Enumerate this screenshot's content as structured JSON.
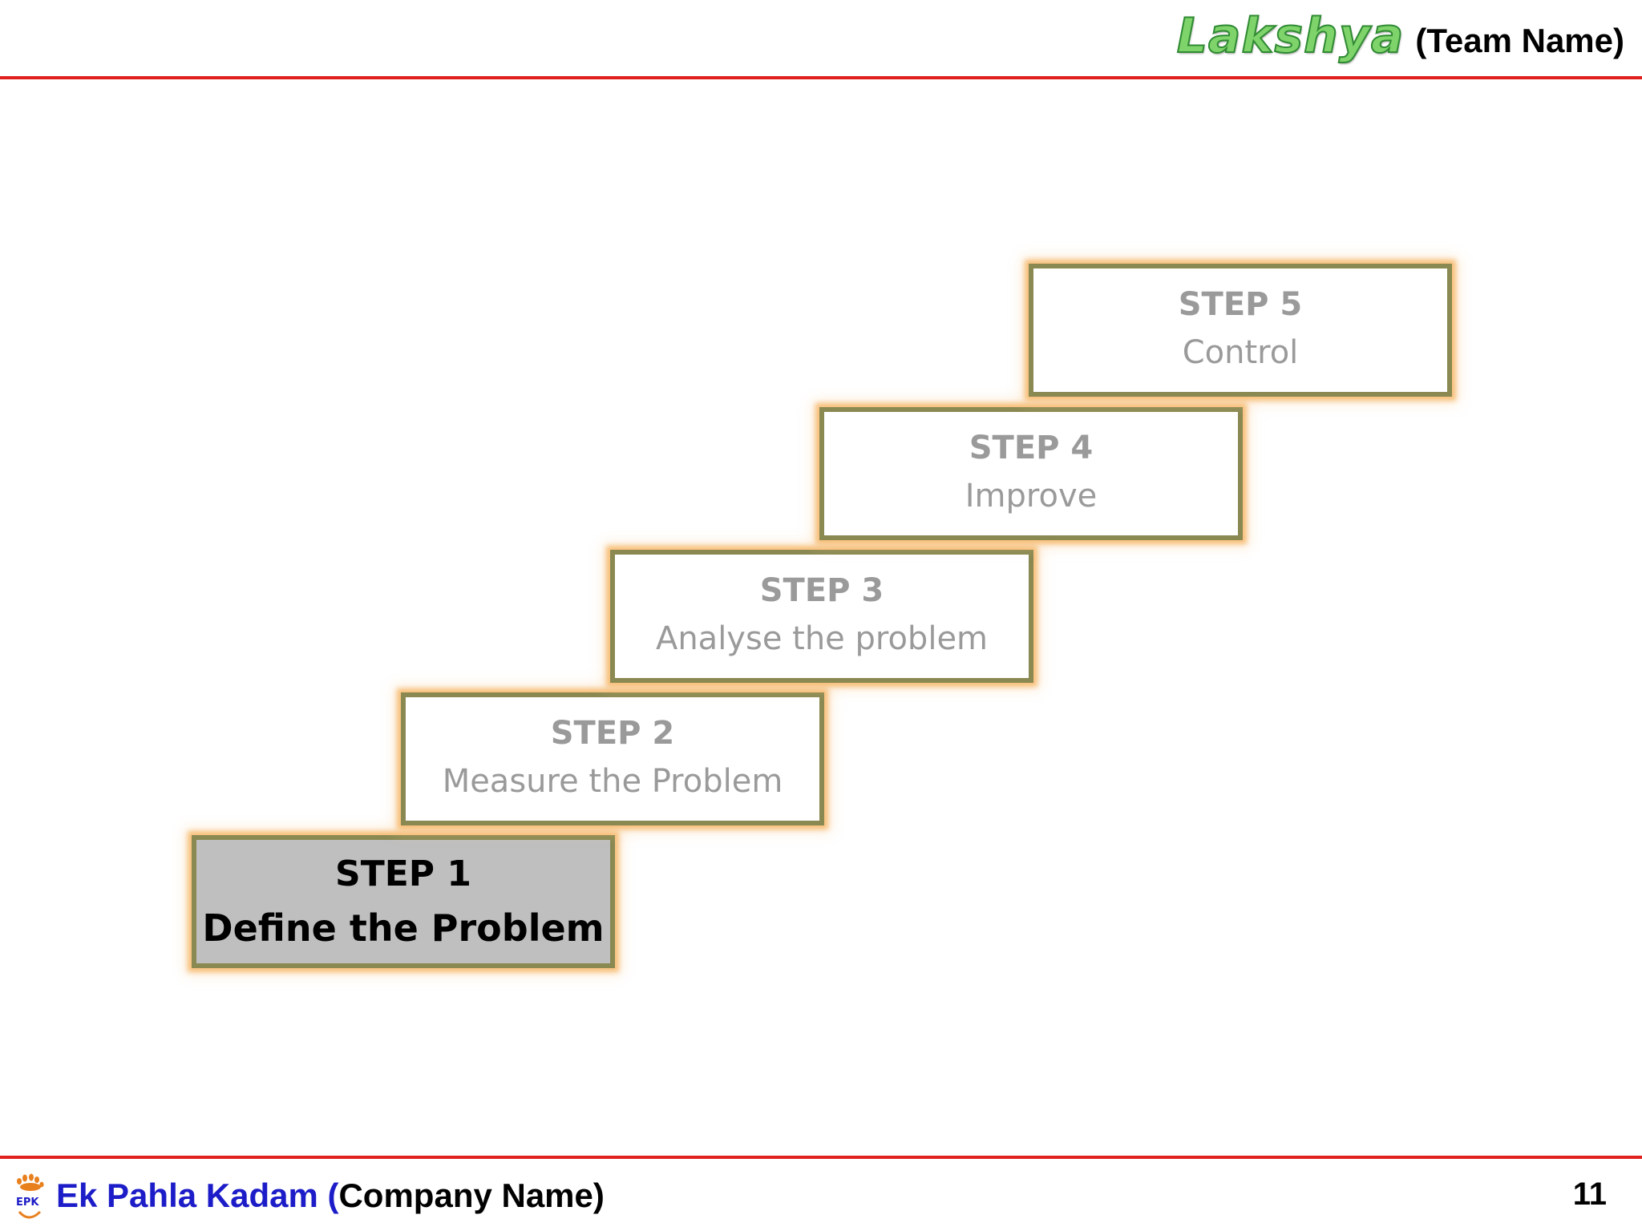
{
  "header": {
    "brand_logo": "Lakshya",
    "team_label": "(Team Name)"
  },
  "steps": [
    {
      "title": "STEP 1",
      "description": "Define the Problem",
      "active": true
    },
    {
      "title": "STEP 2",
      "description": "Measure the Problem",
      "active": false
    },
    {
      "title": "STEP 3",
      "description": "Analyse the problem",
      "active": false
    },
    {
      "title": "STEP 4",
      "description": "Improve",
      "active": false
    },
    {
      "title": "STEP 5",
      "description": "Control",
      "active": false
    }
  ],
  "footer": {
    "logo_text": "EPK",
    "brand_name": "Ek Pahla Kadam",
    "paren_open": " (",
    "company_label": "Company Name)",
    "page_number": "11"
  },
  "colors": {
    "rule": "#e0201d",
    "step_border": "#8a8952",
    "step_glow": "#f6b05a",
    "active_fill": "#bfbfbf",
    "inactive_text": "#9a9a9a",
    "brand_blue": "#1c1cc8",
    "logo_green": "#7ed36b"
  }
}
